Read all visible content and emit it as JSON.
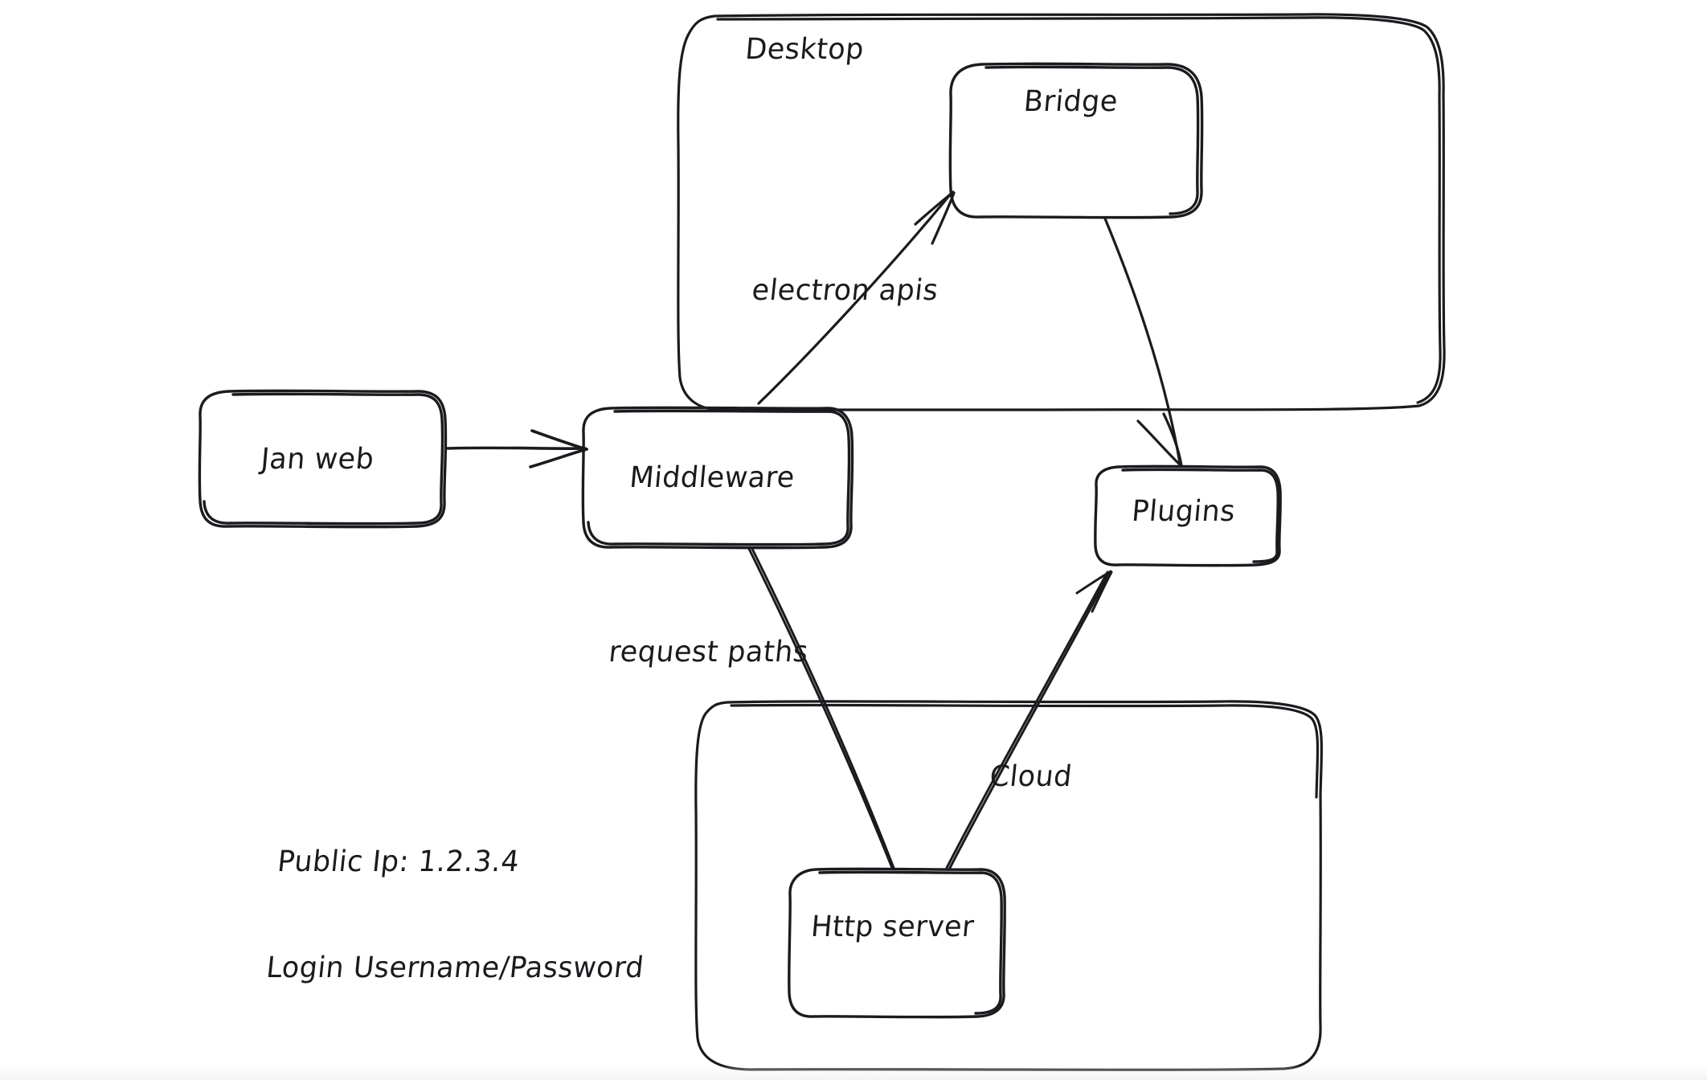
{
  "diagram": {
    "title": "Jan architecture sketch",
    "style": "hand-drawn",
    "stroke_color": "#1b1b1f",
    "background_color": "#ffffff",
    "groups": [
      {
        "id": "desktop",
        "label": "Desktop"
      },
      {
        "id": "cloud",
        "label": ""
      }
    ],
    "nodes": [
      {
        "id": "jan-web",
        "label": "Jan web"
      },
      {
        "id": "middleware",
        "label": "Middleware"
      },
      {
        "id": "bridge",
        "label": "Bridge"
      },
      {
        "id": "plugins",
        "label": "Plugins"
      },
      {
        "id": "http-server",
        "label": "Http server"
      }
    ],
    "edges": [
      {
        "id": "janweb-middleware",
        "from": "Jan web",
        "to": "Middleware",
        "label": ""
      },
      {
        "id": "middleware-bridge",
        "from": "Middleware",
        "to": "Bridge",
        "label": "electron apis"
      },
      {
        "id": "bridge-plugins",
        "from": "Bridge",
        "to": "Plugins",
        "label": ""
      },
      {
        "id": "middleware-httpserver",
        "from": "Middleware",
        "to": "Http server",
        "label": "request paths"
      },
      {
        "id": "httpserver-plugins",
        "from": "Http server",
        "to": "Plugins",
        "label": "Cloud"
      }
    ],
    "notes": {
      "public_ip_line": "Public Ip: 1.2.3.4",
      "login_line": "Login Username/Password"
    }
  }
}
